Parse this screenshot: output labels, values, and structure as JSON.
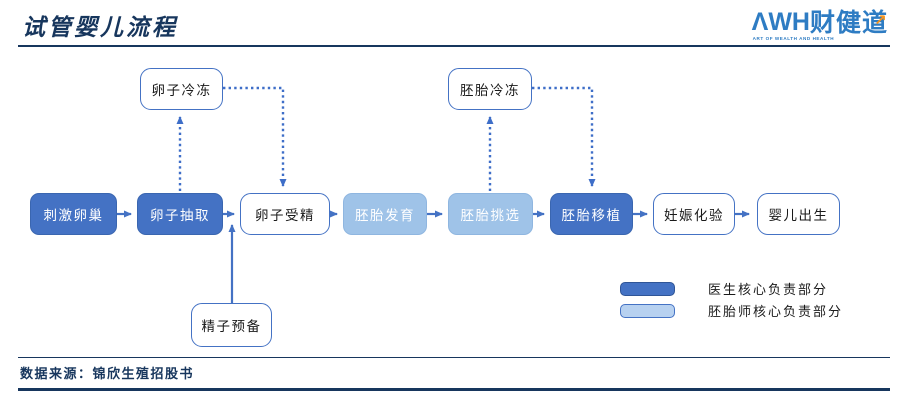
{
  "header": {
    "title": "试管婴儿流程",
    "logo": {
      "wordmark": "ΛWH",
      "brand_cn": "财健道",
      "tagline": "ART OF WEALTH AND HEALTH"
    }
  },
  "flow": {
    "main": [
      {
        "label": "刺激卵巢",
        "role": "doctor"
      },
      {
        "label": "卵子抽取",
        "role": "doctor"
      },
      {
        "label": "卵子受精",
        "role": "plain"
      },
      {
        "label": "胚胎发育",
        "role": "embryologist"
      },
      {
        "label": "胚胎挑选",
        "role": "embryologist"
      },
      {
        "label": "胚胎移植",
        "role": "doctor"
      },
      {
        "label": "妊娠化验",
        "role": "plain"
      },
      {
        "label": "婴儿出生",
        "role": "plain"
      }
    ],
    "branch_top": [
      {
        "label": "卵子冷冻"
      },
      {
        "label": "胚胎冷冻"
      }
    ],
    "branch_bottom": [
      {
        "label": "精子预备"
      }
    ]
  },
  "legend": {
    "items": [
      {
        "label": "医生核心负责部分",
        "color": "#4472C4"
      },
      {
        "label": "胚胎师核心负责部分",
        "color": "#B7D1F0"
      }
    ]
  },
  "footer": {
    "source": "数据来源：锦欣生殖招股书"
  },
  "colors": {
    "doctor_box": "#4472C4",
    "embryologist_box": "#9FC3E8",
    "plain_box_border": "#4472C4",
    "connector_solid": "#4472C4",
    "connector_dotted": "#3E6EC8",
    "navy_rule": "#17365D",
    "logo_blue": "#2E7CC3",
    "logo_orange": "#F7941D"
  }
}
